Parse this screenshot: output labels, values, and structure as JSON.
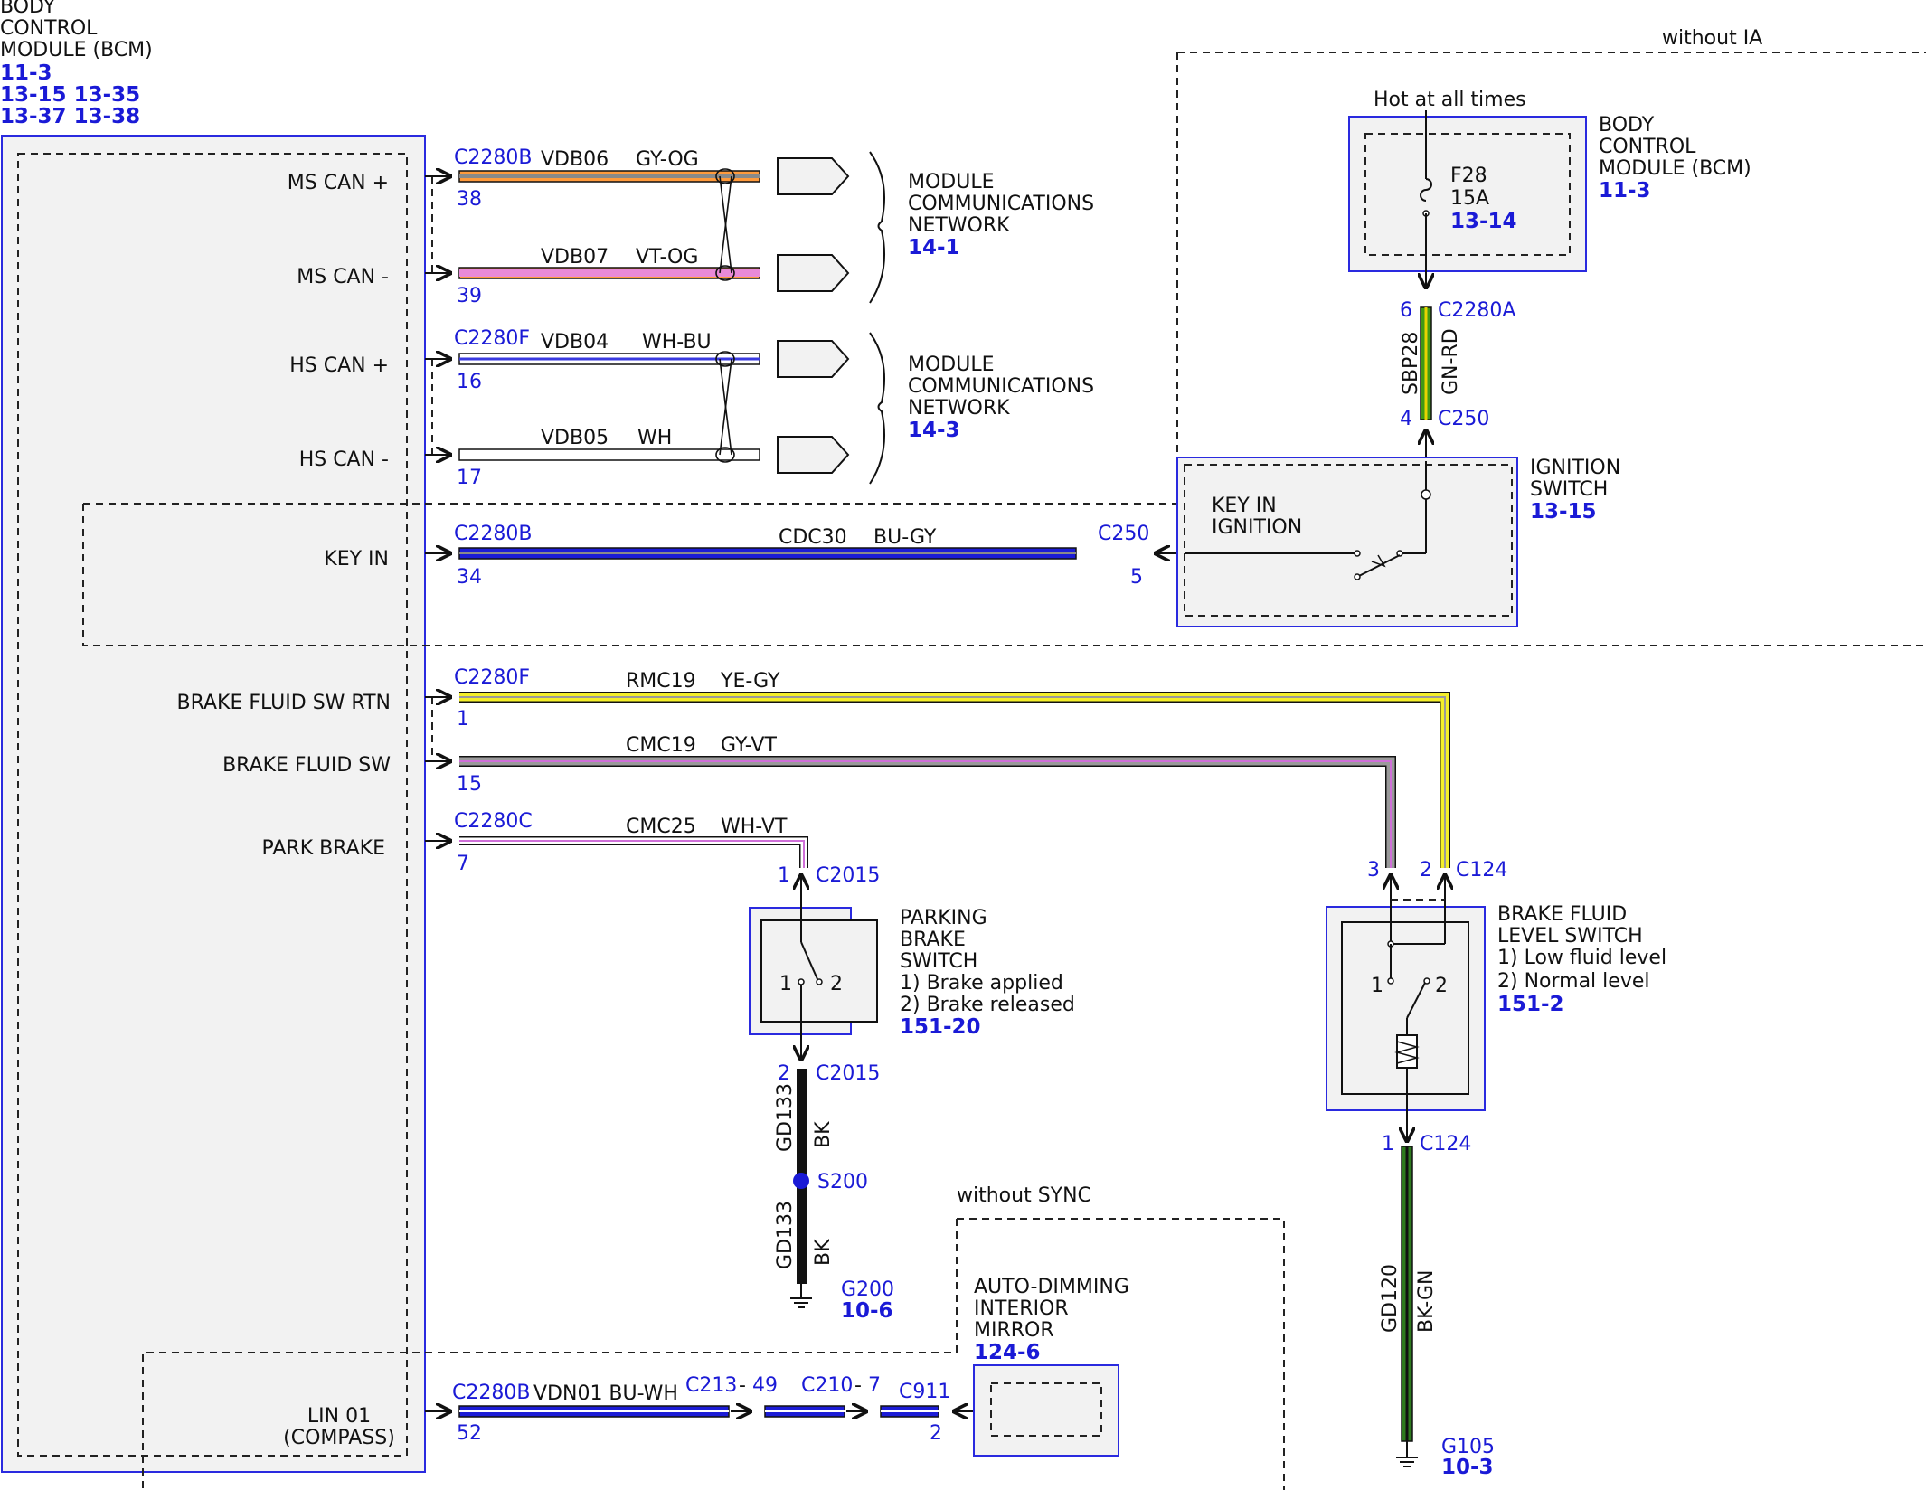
{
  "bcm": {
    "title_lines": [
      "BODY",
      "CONTROL",
      "MODULE (BCM)"
    ],
    "refs": [
      "11-3",
      "13-15  13-35",
      "13-37  13-38"
    ],
    "pins": {
      "ms_can_plus": "MS CAN +",
      "ms_can_minus": "MS CAN -",
      "hs_can_plus": "HS CAN +",
      "hs_can_minus": "HS CAN -",
      "key_in": "KEY IN",
      "brake_fluid_sw_rtn": "BRAKE FLUID SW RTN",
      "brake_fluid_sw": "BRAKE FLUID SW",
      "park_brake": "PARK BRAKE",
      "lin01_line1": "LIN 01",
      "lin01_line2": "(COMPASS)"
    }
  },
  "wires": {
    "ms_can_plus": {
      "connector": "C2280B",
      "pin": "38",
      "circuit": "VDB06",
      "color": "GY-OG"
    },
    "ms_can_minus": {
      "pin": "39",
      "circuit": "VDB07",
      "color": "VT-OG"
    },
    "hs_can_plus": {
      "connector": "C2280F",
      "pin": "16",
      "circuit": "VDB04",
      "color": "WH-BU"
    },
    "hs_can_minus": {
      "pin": "17",
      "circuit": "VDB05",
      "color": "WH"
    },
    "key_in": {
      "connector": "C2280B",
      "pin": "34",
      "circuit": "CDC30",
      "color": "BU-GY",
      "far_connector": "C250",
      "far_pin": "5"
    },
    "brake_rtn": {
      "connector": "C2280F",
      "pin": "1",
      "circuit": "RMC19",
      "color": "YE-GY"
    },
    "brake_sw": {
      "pin": "15",
      "circuit": "CMC19",
      "color": "GY-VT"
    },
    "park_brake": {
      "connector": "C2280C",
      "pin": "7",
      "circuit": "CMC25",
      "color": "WH-VT"
    },
    "lin": {
      "connector": "C2280B",
      "pin": "52",
      "circuit_color": "VDN01 BU-WH",
      "c213": "C213",
      "c213_pin": "49",
      "c210": "C210",
      "c210_pin": "7",
      "c911": "C911",
      "c911_pin": "2"
    }
  },
  "network1": {
    "lines": [
      "MODULE",
      "COMMUNICATIONS",
      "NETWORK"
    ],
    "ref": "14-1"
  },
  "network2": {
    "lines": [
      "MODULE",
      "COMMUNICATIONS",
      "NETWORK"
    ],
    "ref": "14-3"
  },
  "without_ia": "without IA",
  "without_sync": "without SYNC",
  "hot_at_all_times": "Hot at all times",
  "bcm_right": {
    "lines": [
      "BODY",
      "CONTROL",
      "MODULE (BCM)"
    ],
    "ref": "11-3",
    "fuse": "F28",
    "amps": "15A",
    "fuse_ref": "13-14"
  },
  "sbp28": {
    "top_pin": "6",
    "top_conn": "C2280A",
    "circuit": "SBP28",
    "color": "GN-RD",
    "bot_pin": "4",
    "bot_conn": "C250"
  },
  "ignition": {
    "lines": [
      "IGNITION",
      "SWITCH"
    ],
    "ref": "13-15",
    "inner_line1": "KEY IN",
    "inner_line2": "IGNITION"
  },
  "parking_brake": {
    "lines": [
      "PARKING",
      "BRAKE",
      "SWITCH",
      "1) Brake applied",
      "2) Brake released"
    ],
    "ref": "151-20",
    "top_pin": "1",
    "top_conn": "C2015",
    "bot_pin": "2",
    "bot_conn": "C2015",
    "pos1": "1",
    "pos2": "2",
    "circuit": "GD133",
    "color": "BK",
    "splice": "S200",
    "ground": "G200",
    "ground_ref": "10-6"
  },
  "brake_fluid": {
    "lines": [
      "BRAKE FLUID",
      "LEVEL SWITCH",
      "1) Low fluid level",
      "2) Normal level"
    ],
    "ref": "151-2",
    "pin3": "3",
    "pin2": "2",
    "conn": "C124",
    "pos1": "1",
    "pos2": "2",
    "bot_pin": "1",
    "bot_conn": "C124",
    "circuit": "GD120",
    "color": "BK-GN",
    "ground": "G105",
    "ground_ref": "10-3"
  },
  "mirror": {
    "lines": [
      "AUTO-DIMMING",
      "INTERIOR",
      "MIRROR"
    ],
    "ref": "124-6"
  },
  "colors": {
    "module_border": "#2a2adf",
    "text_blue": "#1a1ad6",
    "fill_gray": "#f2f2f2"
  }
}
